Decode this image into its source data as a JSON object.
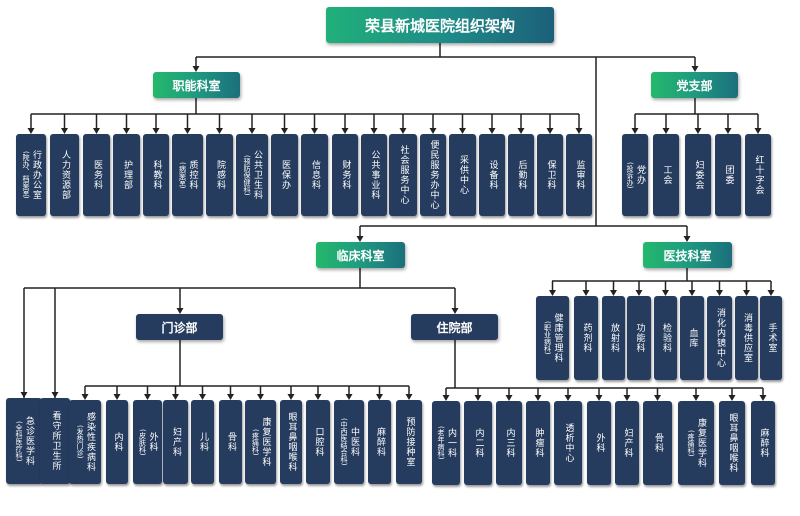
{
  "title": "荣县新城医院组织架构",
  "categories": {
    "functional": "职能科室",
    "party": "党支部",
    "clinical": "临床科室",
    "medtech": "医技科室",
    "outpatient": "门诊部",
    "inpatient": "住院部"
  },
  "functional_depts": [
    {
      "name": "行政办公室",
      "sub": "(院办、档案室)"
    },
    {
      "name": "人力资源部"
    },
    {
      "name": "医务科"
    },
    {
      "name": "护理部"
    },
    {
      "name": "科教科"
    },
    {
      "name": "质控科",
      "sub": "(病案室)"
    },
    {
      "name": "院感科"
    },
    {
      "name": "公共卫生科",
      "sub": "(预防保健科)"
    },
    {
      "name": "医保办"
    },
    {
      "name": "信息科"
    },
    {
      "name": "财务科"
    },
    {
      "name": "公共事业科"
    },
    {
      "name": "社会服务中心"
    },
    {
      "name": "便民服务办中心"
    },
    {
      "name": "采供中心"
    },
    {
      "name": "设备科"
    },
    {
      "name": "后勤科"
    },
    {
      "name": "保卫科"
    },
    {
      "name": "监审科"
    }
  ],
  "party_depts": [
    {
      "name": "党办",
      "sub": "(投诉办)"
    },
    {
      "name": "工会"
    },
    {
      "name": "妇委会"
    },
    {
      "name": "团委"
    },
    {
      "name": "红十字会"
    }
  ],
  "medtech_depts": [
    {
      "name": "健康管理科",
      "sub": "(职业病科)"
    },
    {
      "name": "药剂科"
    },
    {
      "name": "放射科"
    },
    {
      "name": "功能科"
    },
    {
      "name": "检验科"
    },
    {
      "name": "血库"
    },
    {
      "name": "消化内镜中心"
    },
    {
      "name": "消毒供应室"
    },
    {
      "name": "手术室"
    }
  ],
  "clinical_direct": [
    {
      "name": "急诊医学科",
      "sub": "(全科医疗科)"
    },
    {
      "name": "看守所卫生所"
    }
  ],
  "outpatient_depts": [
    {
      "name": "感染性疾病科",
      "sub": "(发热门诊)"
    },
    {
      "name": "内科"
    },
    {
      "name": "外科",
      "sub": "(皮肤科)"
    },
    {
      "name": "妇产科"
    },
    {
      "name": "儿科"
    },
    {
      "name": "骨科"
    },
    {
      "name": "康复医学科",
      "sub": "(疼痛科)"
    },
    {
      "name": "眼耳鼻咽喉科"
    },
    {
      "name": "口腔科"
    },
    {
      "name": "中医科",
      "sub": "(中西医结合科)"
    },
    {
      "name": "麻醉科"
    },
    {
      "name": "预防接种室"
    }
  ],
  "inpatient_depts": [
    {
      "name": "内一科",
      "sub": "(老年病科)"
    },
    {
      "name": "内二科"
    },
    {
      "name": "内三科"
    },
    {
      "name": "肿瘤科"
    },
    {
      "name": "透析中心"
    },
    {
      "name": "外科"
    },
    {
      "name": "妇产科"
    },
    {
      "name": "骨科"
    },
    {
      "name": "康复医学科",
      "sub": "(疼痛科)"
    },
    {
      "name": "眼耳鼻咽喉科"
    },
    {
      "name": "麻醉科"
    }
  ]
}
